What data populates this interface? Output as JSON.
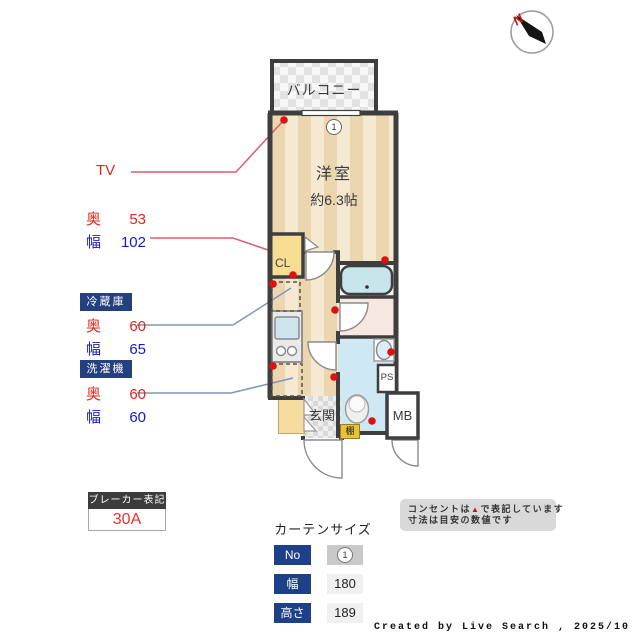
{
  "compass": {
    "north_label": "N"
  },
  "floorplan": {
    "balcony": "バルコニー",
    "room": "洋室",
    "room_size": "約6.3帖",
    "window_no": "1",
    "closet": "CL",
    "entrance": "玄関",
    "shelf": "棚",
    "pipe_space": "PS",
    "meter_box": "MB"
  },
  "annotations": {
    "tv": "TV",
    "closet_dims": {
      "depth_label": "奥",
      "depth": "53",
      "width_label": "幅",
      "width": "102"
    },
    "fridge": {
      "title": "冷蔵庫",
      "depth_label": "奥",
      "depth": "60",
      "width_label": "幅",
      "width": "65"
    },
    "washer": {
      "title": "洗濯機",
      "depth_label": "奥",
      "depth": "60",
      "width_label": "幅",
      "width": "60"
    }
  },
  "breaker": {
    "title": "ブレーカー表記",
    "value": "30A"
  },
  "curtain": {
    "title": "カーテンサイズ",
    "rows": [
      {
        "label": "No",
        "value": "1"
      },
      {
        "label": "幅",
        "value": "180"
      },
      {
        "label": "高さ",
        "value": "189"
      }
    ]
  },
  "notes": {
    "line1_before": "コンセントは",
    "marker": "▲",
    "line1_after": "で表記しています",
    "line2": "寸法は目安の数値です"
  },
  "footer": {
    "credit": "Created by Live Search , 2025/10"
  },
  "colors": {
    "wall": "#3e3e3e",
    "floor_stripe_dark": "#ecd6b0",
    "floor_stripe_light": "#f6e9d2",
    "closet_yellow": "#f7dd92",
    "bath_blue": "#cfe9f4",
    "tub_blue": "#c9e5ec",
    "pink_room": "#f8e7e1",
    "badge_navy": "#24407e",
    "table_navy": "#1d4088",
    "accent_red": "#e0261c",
    "accent_blue": "#1818c8",
    "outlet_red": "#dd1111"
  }
}
